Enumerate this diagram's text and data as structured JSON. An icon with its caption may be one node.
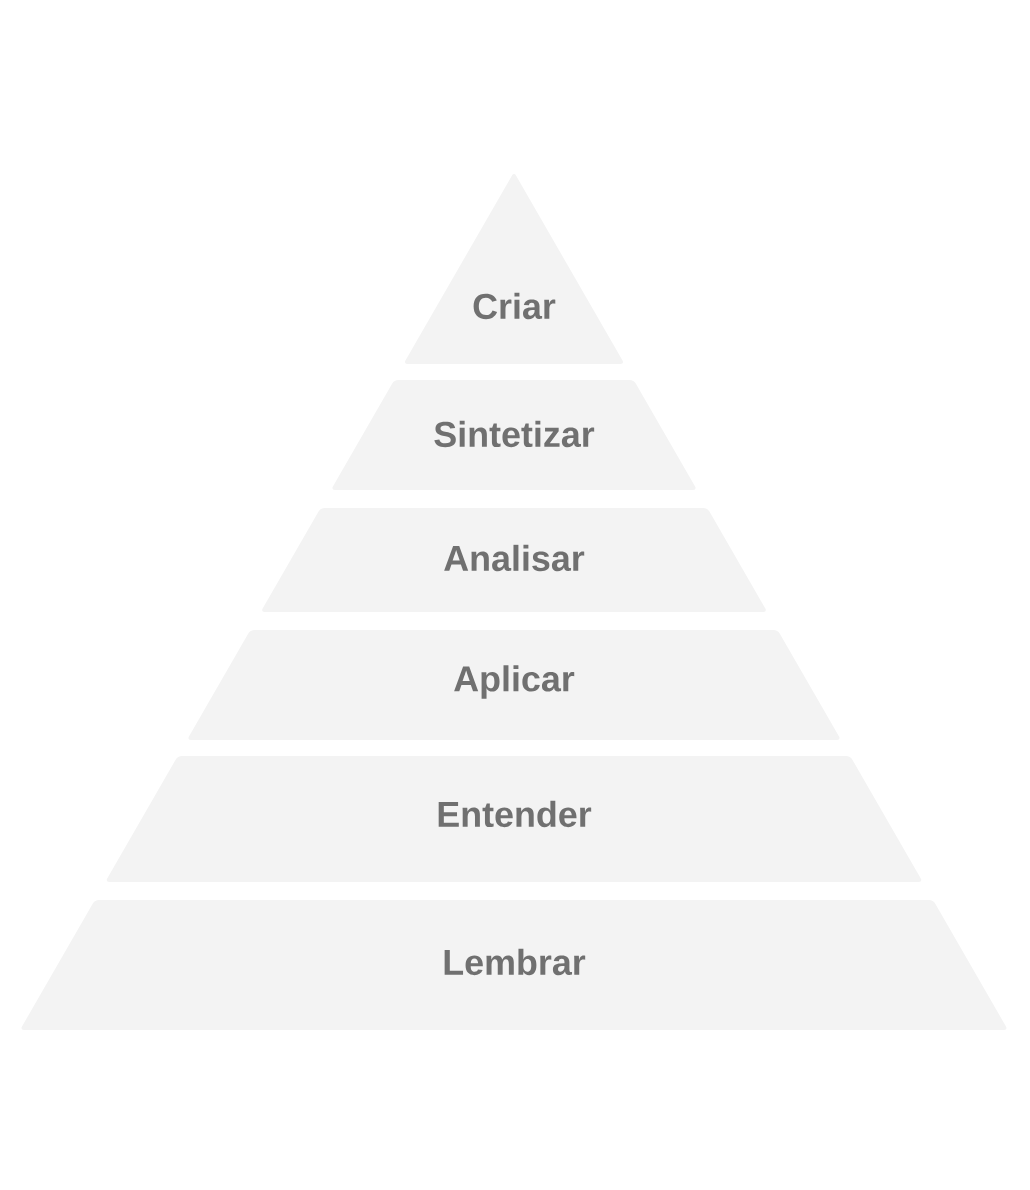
{
  "diagram": {
    "nodes": [
      {
        "text": [
          "Criar"
        ]
      },
      {
        "text": [
          "Sintetizar"
        ]
      },
      {
        "text": [
          "Analisar"
        ]
      },
      {
        "text": [
          "Aplicar"
        ]
      },
      {
        "text": [
          "Entender"
        ]
      },
      {
        "text": [
          "Lembrar"
        ]
      }
    ]
  }
}
